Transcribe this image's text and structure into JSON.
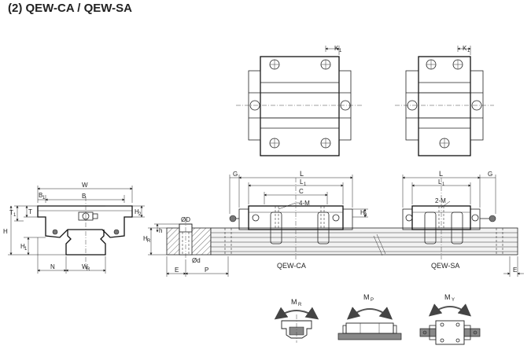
{
  "title": "(2) QEW-CA / QEW-SA",
  "top_views": {
    "ca_k": "K",
    "ca_k_sub": "1",
    "sa_k": "K",
    "sa_k_sub": "1"
  },
  "end_view": {
    "W": "W",
    "B": "B",
    "B1": "B",
    "B1_sub": "1",
    "T": "T",
    "T1": "T",
    "T1_sub": "1",
    "H2": "H",
    "H2_sub": "2",
    "H": "H",
    "H1": "H",
    "H1_sub": "1",
    "N": "N",
    "WR": "W",
    "WR_sub": "R"
  },
  "rail_section": {
    "D": "ØD",
    "d": "Ød",
    "h": "h",
    "HR": "H",
    "HR_sub": "R",
    "E": "E",
    "P": "P"
  },
  "side_views": {
    "G_left": "G",
    "L_ca": "L",
    "L1_ca": "L",
    "L1_ca_sub": "1",
    "C": "C",
    "M_ca": "4-M",
    "H3_ca": "H",
    "H3_ca_sub": "3",
    "L_sa": "L",
    "L1_sa": "L",
    "L1_sa_sub": "1",
    "M_sa": "2-M",
    "G_right": "G",
    "E_right": "E",
    "label_ca": "QEW-CA",
    "label_sa": "QEW-SA"
  },
  "moments": [
    {
      "label": "M",
      "sub": "R"
    },
    {
      "label": "M",
      "sub": "P"
    },
    {
      "label": "M",
      "sub": "Y"
    }
  ]
}
